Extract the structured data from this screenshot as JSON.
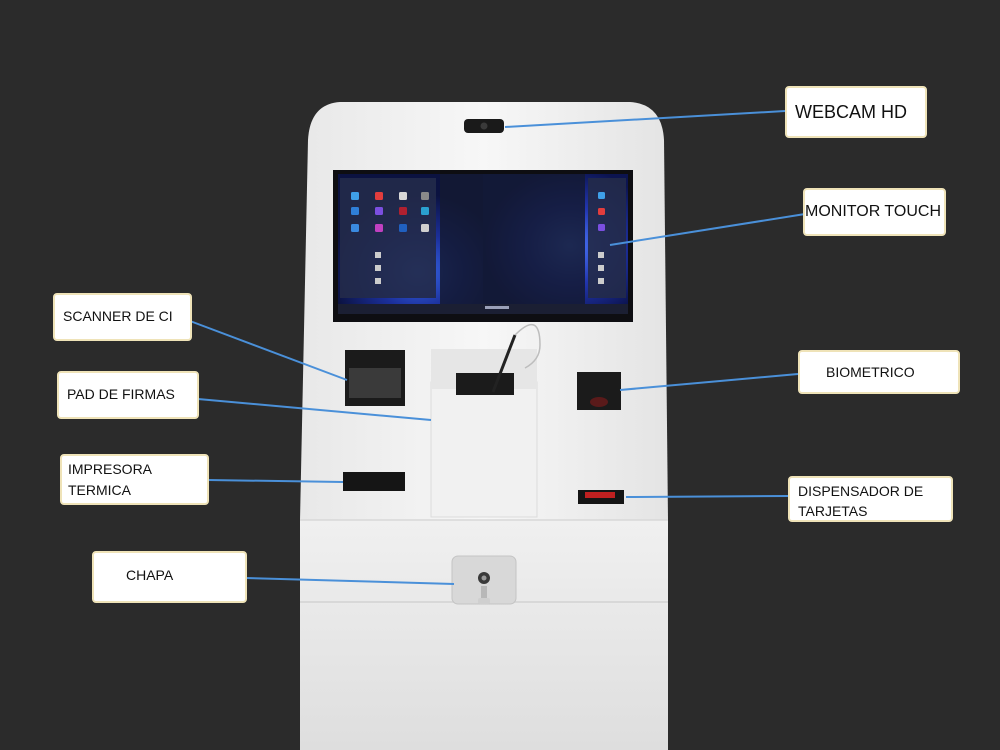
{
  "labels": {
    "webcam": "WEBCAM HD",
    "monitor": "MONITOR TOUCH",
    "scanner": "SCANNER DE CI",
    "pad": "PAD DE FIRMAS",
    "printer_line1": "IMPRESORA",
    "printer_line2": "TERMICA",
    "biometric": "BIOMETRICO",
    "dispenser_line1": "DISPENSADOR DE",
    "dispenser_line2": "TARJETAS",
    "lock": "CHAPA"
  },
  "colors": {
    "background": "#2b2b2b",
    "kiosk_body": "#f4f4f4",
    "connector_line": "#4a90d9",
    "label_border": "#efe3b8",
    "screen_blue": "#1e2f8f"
  },
  "icons": {
    "webcam": "webcam-icon",
    "lock": "key-lock-icon",
    "card": "card-icon"
  }
}
